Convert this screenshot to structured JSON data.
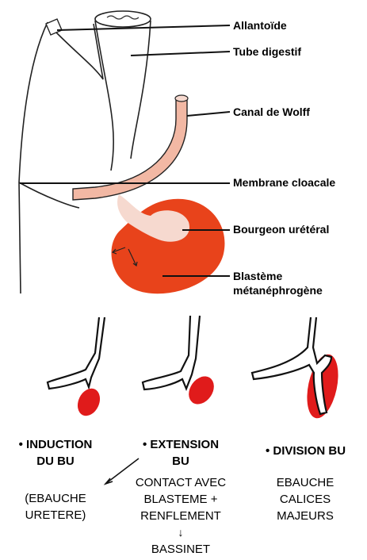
{
  "upper_diagram": {
    "labels": {
      "allantoide": "Allantoïde",
      "tube_digestif": "Tube digestif",
      "canal_wolff": "Canal de Wolff",
      "membrane_cloacale": "Membrane cloacale",
      "bourgeon_ureteral": "Bourgeon urétéral",
      "blasteme_line1": "Blastème",
      "blasteme_line2": "métanéphrogène"
    },
    "colors": {
      "duct": "#f2b8a4",
      "duct_outline": "#222222",
      "bud": "#f6d9cf",
      "blastema": "#e8431b"
    }
  },
  "stages": [
    {
      "bullet": "•",
      "title_line1": "INDUCTION",
      "title_line2": "DU BU",
      "desc_line1": "(EBAUCHE",
      "desc_line2": "URETERE)"
    },
    {
      "bullet": "•",
      "title_line1": "EXTENSION",
      "title_line2": "BU",
      "desc_line1": "CONTACT AVEC",
      "desc_line2": "BLASTEME +",
      "desc_line3": "RENFLEMENT",
      "arrow": "↓",
      "result": "BASSINET"
    },
    {
      "bullet": "•",
      "title_line1": "DIVISION BU",
      "desc_line1": "EBAUCHE",
      "desc_line2": "CALICES",
      "desc_line3": "MAJEURS"
    }
  ],
  "stage_colors": {
    "blastema": "#e01b1b",
    "outline": "#111111"
  }
}
